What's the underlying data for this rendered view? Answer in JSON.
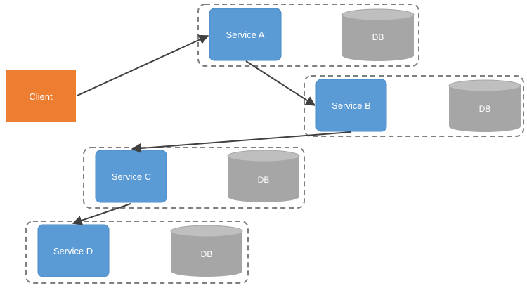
{
  "client": {
    "label": "Client",
    "color": "#ED7D31"
  },
  "services": [
    {
      "label": "Service A",
      "db_label": "DB"
    },
    {
      "label": "Service B",
      "db_label": "DB"
    },
    {
      "label": "Service C",
      "db_label": "DB"
    },
    {
      "label": "Service D",
      "db_label": "DB"
    }
  ],
  "colors": {
    "service": "#5B9BD5",
    "service_border": "#4A8BC6",
    "db_body": "#A6A6A6",
    "db_top": "#BFBFBF",
    "group_border": "#7F7F7F",
    "arrow": "#404040"
  }
}
